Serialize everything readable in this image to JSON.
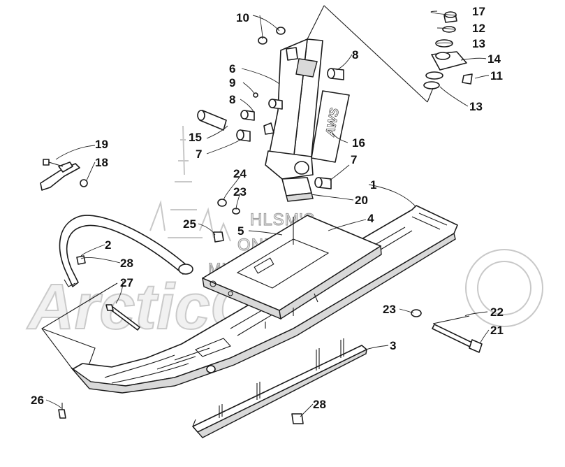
{
  "callouts": [
    {
      "id": "c1",
      "label": "1"
    },
    {
      "id": "c2",
      "label": "2"
    },
    {
      "id": "c3",
      "label": "3"
    },
    {
      "id": "c4",
      "label": "4"
    },
    {
      "id": "c5",
      "label": "5"
    },
    {
      "id": "c6",
      "label": "6"
    },
    {
      "id": "c7a",
      "label": "7"
    },
    {
      "id": "c7b",
      "label": "7"
    },
    {
      "id": "c8a",
      "label": "8"
    },
    {
      "id": "c8b",
      "label": "8"
    },
    {
      "id": "c9",
      "label": "9"
    },
    {
      "id": "c10",
      "label": "10"
    },
    {
      "id": "c11",
      "label": "11"
    },
    {
      "id": "c12",
      "label": "12"
    },
    {
      "id": "c13a",
      "label": "13"
    },
    {
      "id": "c13b",
      "label": "13"
    },
    {
      "id": "c14",
      "label": "14"
    },
    {
      "id": "c15",
      "label": "15"
    },
    {
      "id": "c16",
      "label": "16"
    },
    {
      "id": "c17",
      "label": "17"
    },
    {
      "id": "c18",
      "label": "18"
    },
    {
      "id": "c19",
      "label": "19"
    },
    {
      "id": "c20",
      "label": "20"
    },
    {
      "id": "c21",
      "label": "21"
    },
    {
      "id": "c22",
      "label": "22"
    },
    {
      "id": "c23a",
      "label": "23"
    },
    {
      "id": "c23b",
      "label": "23"
    },
    {
      "id": "c24",
      "label": "24"
    },
    {
      "id": "c25",
      "label": "25"
    },
    {
      "id": "c26",
      "label": "26"
    },
    {
      "id": "c27",
      "label": "27"
    },
    {
      "id": "c28a",
      "label": "28"
    },
    {
      "id": "c28b",
      "label": "28"
    }
  ],
  "spindle_decal_text": "AWS",
  "watermark": {
    "line1": "HLSM'S",
    "line2": "ONLINE",
    "line3": "MICROFICHE",
    "brand": "ArcticCat"
  }
}
